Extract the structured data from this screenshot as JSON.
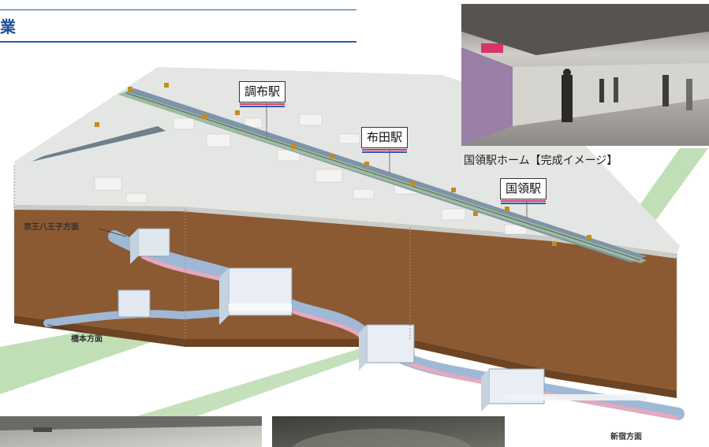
{
  "header": {
    "title": "業"
  },
  "stations": [
    {
      "name": "調布駅"
    },
    {
      "name": "布田駅"
    },
    {
      "name": "国領駅"
    }
  ],
  "photo_caption": "国領駅ホーム【完成イメージ】",
  "directions": {
    "hachioji": "京王八王子方面",
    "hashimoto": "橋本方面",
    "shinjuku": "新宿方面"
  },
  "colors": {
    "header_blue": "#1d4f9a",
    "ground_brown": "#8b5a32",
    "surface_gray": "#e4e6e3",
    "tunnel_blue": "#9fb8d6",
    "platform_pink": "#e8a8bd",
    "highlight_green": "#8cc47a",
    "station_red": "#d8336b",
    "station_blue": "#2c58b8"
  }
}
